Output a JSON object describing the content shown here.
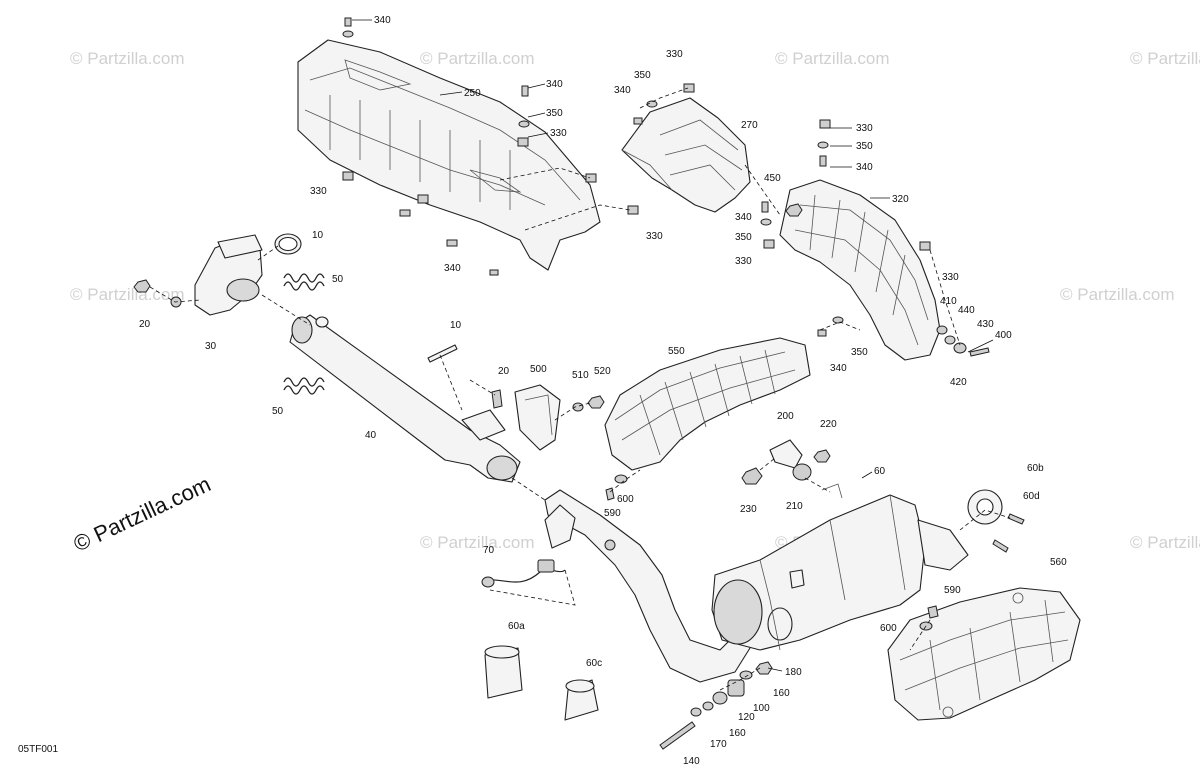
{
  "watermarks": [
    "© Partzilla.com",
    "© Partzilla.com",
    "© Partzilla.com",
    "© Partzilla.com",
    "© Partzilla.com",
    "© Partzilla.com",
    "© Partzilla.com",
    "© Partzilla.com",
    "© Partzilla.com"
  ],
  "brand_text": "© Partzilla.com",
  "diagram_code": "05TF001",
  "callouts": [
    "340",
    "250",
    "330",
    "340",
    "350",
    "330",
    "340",
    "350",
    "330",
    "270",
    "330",
    "330",
    "350",
    "340",
    "450",
    "340",
    "320",
    "350",
    "330",
    "330",
    "340",
    "10",
    "50",
    "20",
    "30",
    "10",
    "50",
    "40",
    "20",
    "500",
    "510",
    "520",
    "550",
    "410",
    "440",
    "430",
    "400",
    "350",
    "340",
    "420",
    "200",
    "220",
    "230",
    "210",
    "600",
    "590",
    "60",
    "60b",
    "60d",
    "70",
    "560",
    "590",
    "600",
    "60a",
    "60c",
    "180",
    "160",
    "100",
    "120",
    "160",
    "170",
    "140"
  ]
}
